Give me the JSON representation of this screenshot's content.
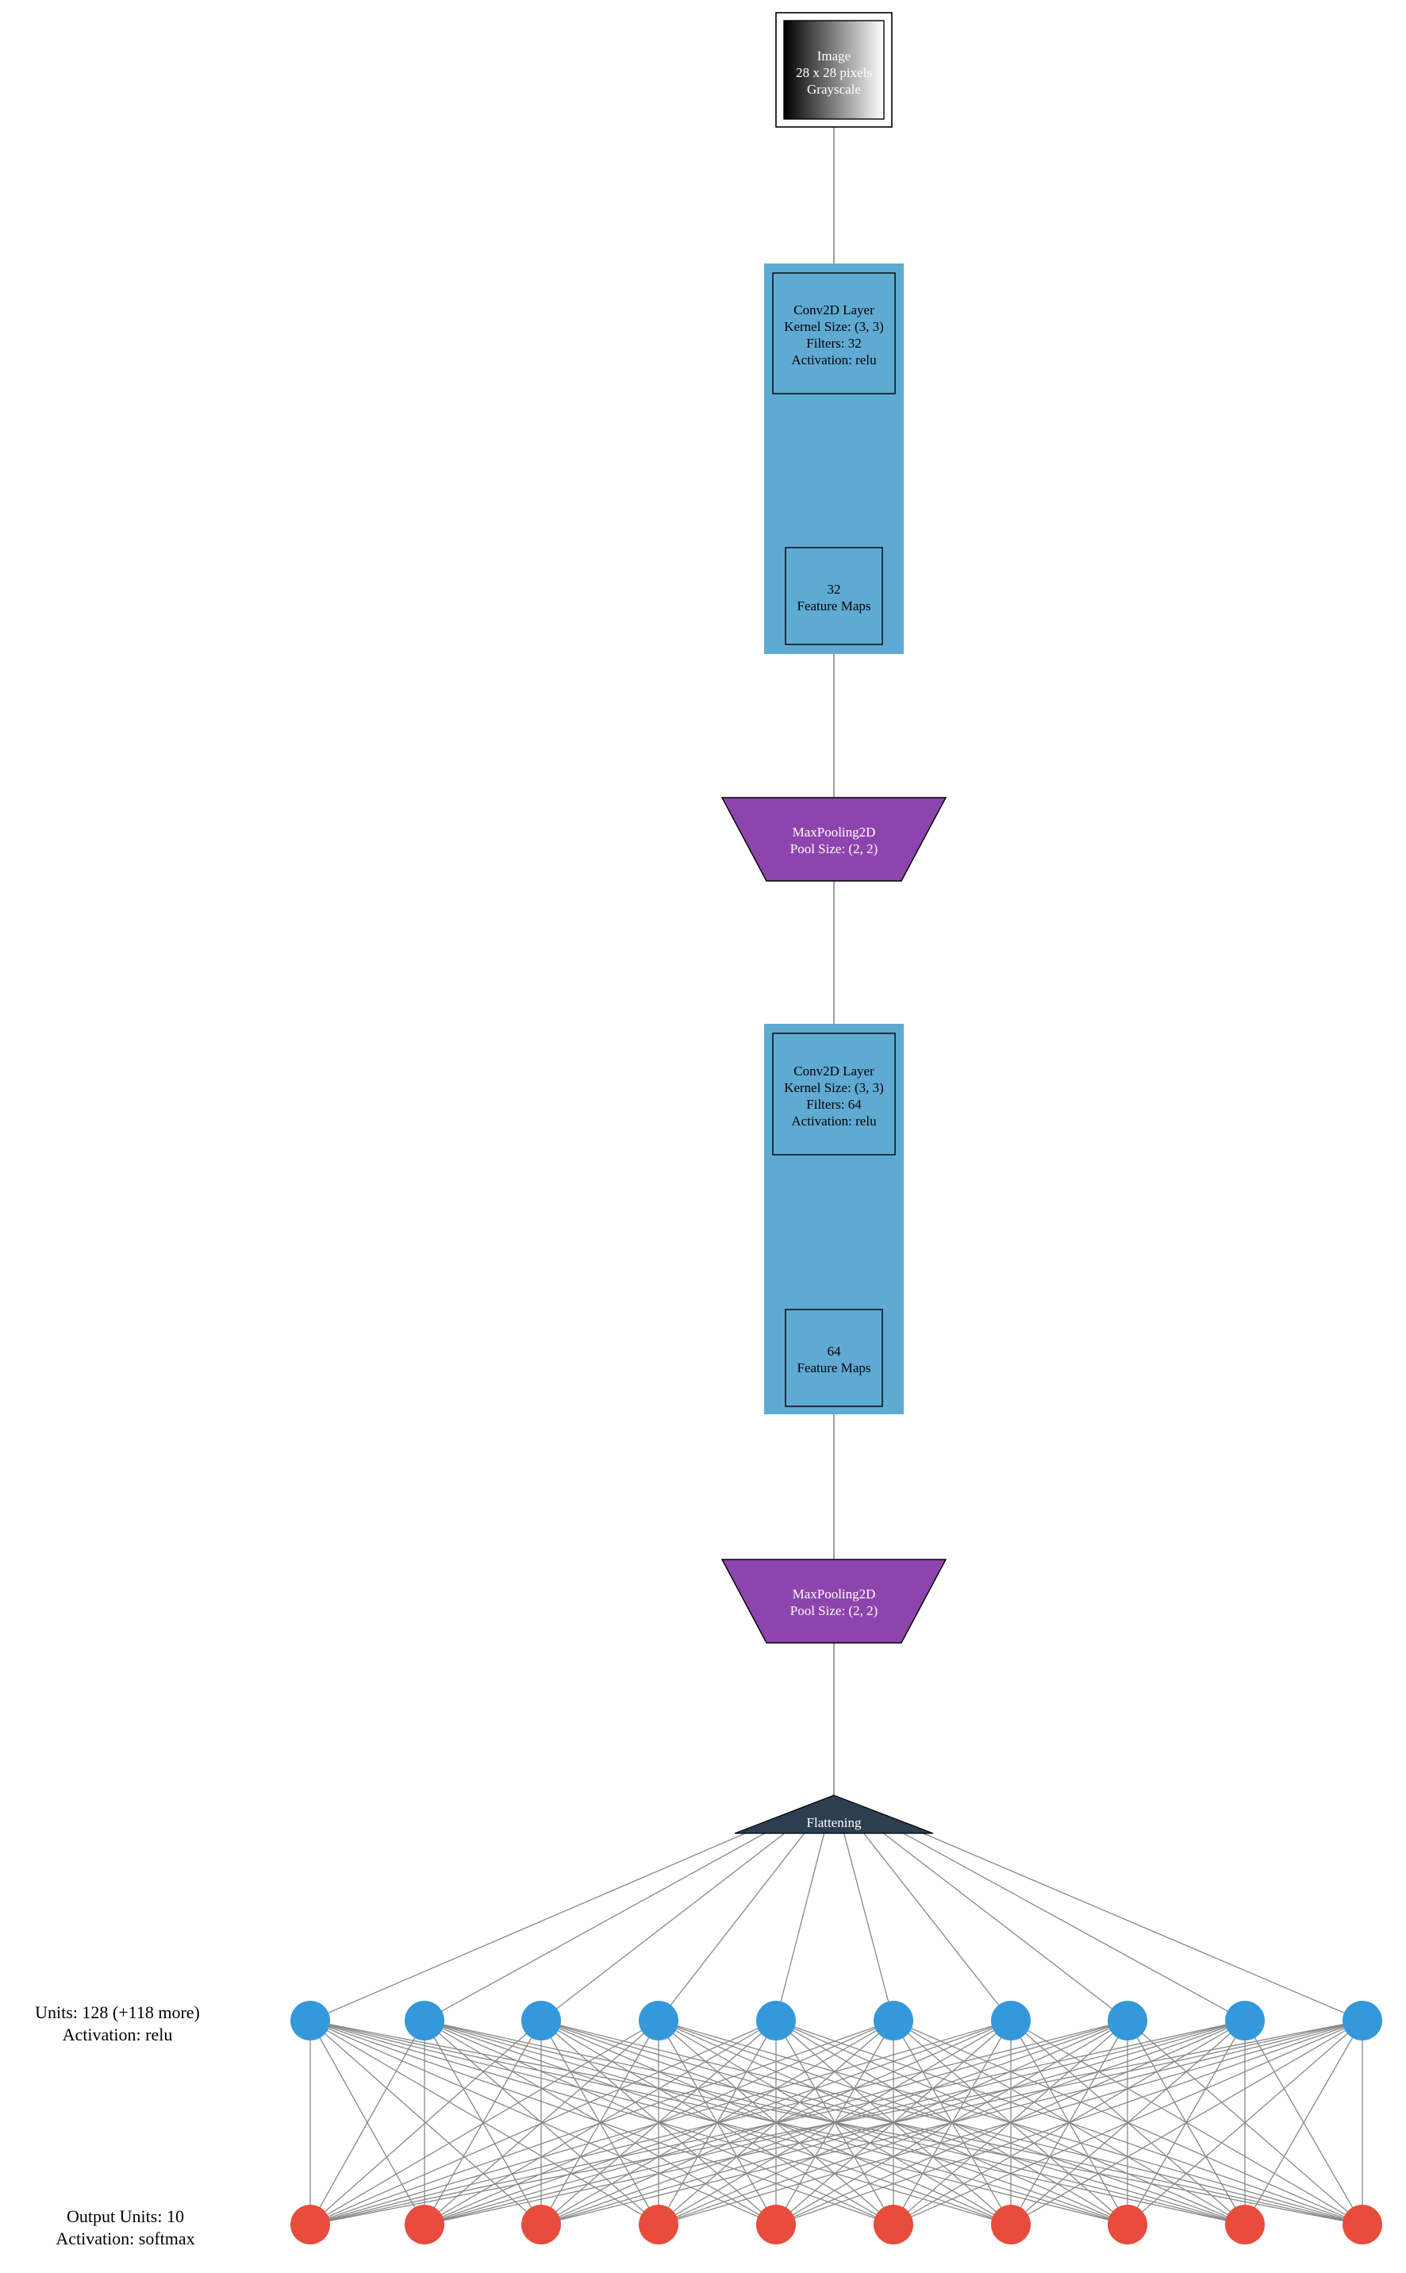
{
  "input": {
    "line1": "Image",
    "line2": "28 x 28 pixels",
    "line3": "Grayscale"
  },
  "conv1": {
    "layer": {
      "line1": "Conv2D Layer",
      "line2": "Kernel Size: (3, 3)",
      "line3": "Filters: 32",
      "line4": "Activation: relu"
    },
    "maps": {
      "line1": "32",
      "line2": "Feature Maps"
    }
  },
  "pool1": {
    "line1": "MaxPooling2D",
    "line2": "Pool Size: (2, 2)"
  },
  "conv2": {
    "layer": {
      "line1": "Conv2D Layer",
      "line2": "Kernel Size: (3, 3)",
      "line3": "Filters: 64",
      "line4": "Activation: relu"
    },
    "maps": {
      "line1": "64",
      "line2": "Feature Maps"
    }
  },
  "pool2": {
    "line1": "MaxPooling2D",
    "line2": "Pool Size: (2, 2)"
  },
  "flatten": {
    "label": "Flattening"
  },
  "dense": {
    "line1": "Units: 128 (+118 more)",
    "line2": "Activation: relu",
    "shown_nodes": 10
  },
  "output": {
    "line1": "Output Units: 10",
    "line2": "Activation: softmax",
    "shown_nodes": 10
  },
  "colors": {
    "conv_fill": "#5faad3",
    "pool_fill": "#8e44ad",
    "flatten_fill": "#2c3e50",
    "dense_node": "#3498db",
    "output_node": "#e74c3c",
    "edge": "#888888"
  }
}
